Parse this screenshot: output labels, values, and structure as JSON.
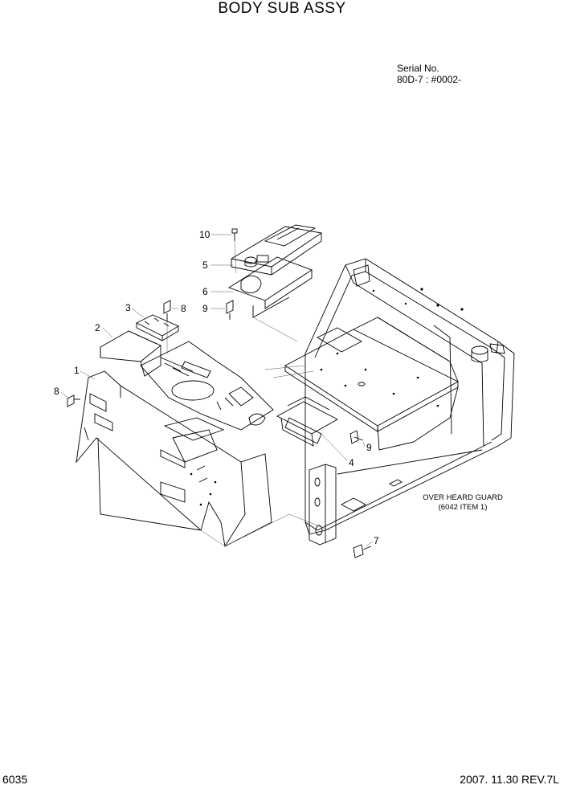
{
  "title": "BODY SUB ASSY",
  "serial": {
    "label": "Serial No.",
    "value": "80D-7 : #0002-"
  },
  "note": {
    "line1": "OVER HEARD GUARD",
    "line2": "(6042 ITEM 1)"
  },
  "footer": {
    "page": "6035",
    "revision": "2007. 11.30  REV.7L"
  },
  "callouts": {
    "c10": "10",
    "c5": "5",
    "c6": "6",
    "c9a": "9",
    "c8a": "8",
    "c3": "3",
    "c2": "2",
    "c1": "1",
    "c8b": "8",
    "c9b": "9",
    "c4": "4",
    "c7": "7"
  }
}
